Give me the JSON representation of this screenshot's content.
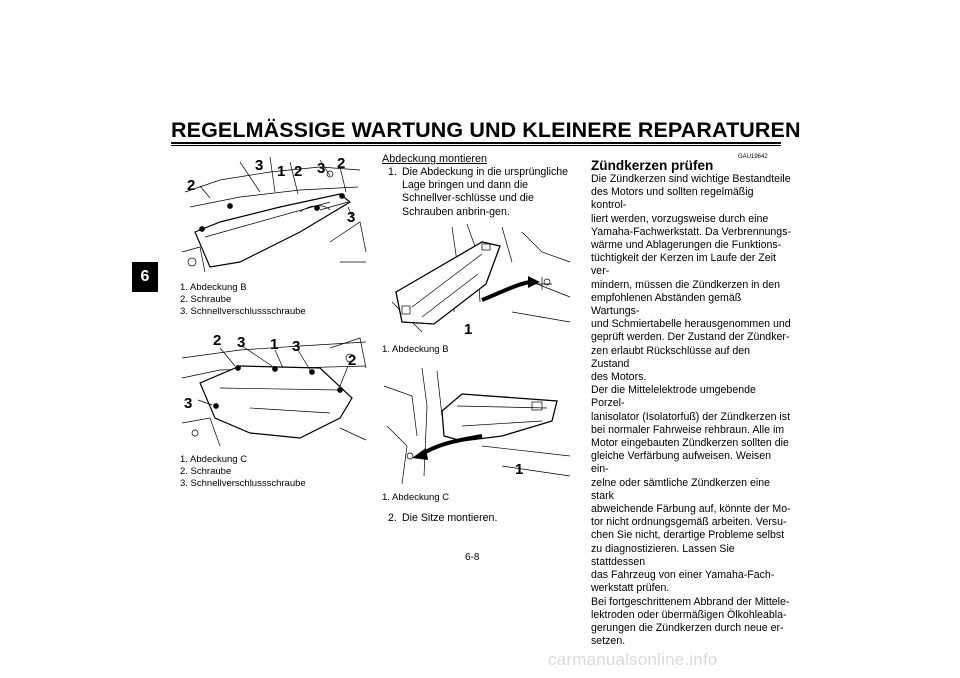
{
  "header": {
    "title": "REGELMÄSSIGE WARTUNG UND KLEINERE REPARATUREN"
  },
  "chapter_tab": "6",
  "figure1": {
    "callouts": [
      "3",
      "1",
      "2",
      "3",
      "2",
      "2",
      "3"
    ],
    "caption": [
      "1. Abdeckung B",
      "2. Schraube",
      "3. Schnellverschlussschraube"
    ]
  },
  "figure2": {
    "callouts": [
      "2",
      "3",
      "1",
      "3",
      "2",
      "3"
    ],
    "caption": [
      "1. Abdeckung C",
      "2. Schraube",
      "3. Schnellverschlussschraube"
    ]
  },
  "middle": {
    "heading": "Abdeckung montieren",
    "step1_num": "1.",
    "step1_text": "Die Abdeckung in die ursprüngliche Lage bringen und dann die Schnellver-schlüsse und die Schrauben anbrin-gen.",
    "figure3_callout": "1",
    "figure3_caption": "1. Abdeckung B",
    "figure4_callout": "1",
    "figure4_caption": "1. Abdeckung C",
    "step2_num": "2.",
    "step2_text": "Die Sitze montieren."
  },
  "right": {
    "code": "GAU19642",
    "heading": "Zündkerzen prüfen",
    "paragraphs": [
      "Die Zündkerzen sind wichtige Bestandteile",
      "des Motors und sollten regelmäßig kontrol-",
      "liert werden, vorzugsweise durch eine",
      "Yamaha-Fachwerkstatt. Da Verbrennungs-",
      "wärme und Ablagerungen die Funktions-",
      "tüchtigkeit der Kerzen im Laufe der Zeit ver-",
      "mindern, müssen die Zündkerzen in den",
      "empfohlenen Abständen gemäß Wartungs-",
      "und Schmiertabelle herausgenommen und",
      "geprüft werden. Der Zustand der Zündker-",
      "zen erlaubt Rückschlüsse auf den Zustand",
      "des Motors.",
      "Der die Mittelelektrode umgebende Porzel-",
      "lanisolator (Isolatorfuß) der Zündkerzen ist",
      "bei normaler Fahrweise rehbraun. Alle im",
      "Motor eingebauten Zündkerzen sollten die",
      "gleiche Verfärbung aufweisen. Weisen ein-",
      "zelne oder sämtliche Zündkerzen eine stark",
      "abweichende Färbung auf, könnte der Mo-",
      "tor nicht ordnungsgemäß arbeiten. Versu-",
      "chen Sie nicht, derartige Probleme selbst",
      "zu diagnostizieren. Lassen Sie stattdessen",
      "das Fahrzeug von einer Yamaha-Fach-",
      "werkstatt prüfen.",
      "Bei fortgeschrittenem Abbrand der Mittele-",
      "lektroden oder übermäßigen Ölkohleabla-",
      "gerungen die Zündkerzen durch neue er-",
      "setzen."
    ]
  },
  "footer": {
    "page": "6-8",
    "watermark": "carmanualsonline.info"
  }
}
